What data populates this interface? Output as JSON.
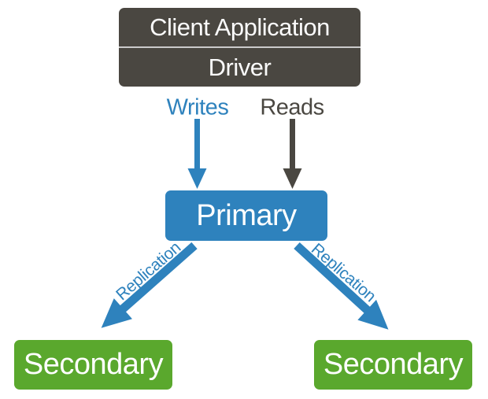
{
  "diagram": {
    "client_box": {
      "app_label": "Client Application",
      "driver_label": "Driver"
    },
    "writes_label": "Writes",
    "reads_label": "Reads",
    "primary_label": "Primary",
    "secondary_left_label": "Secondary",
    "secondary_right_label": "Secondary",
    "replication_left_label": "Replication",
    "replication_right_label": "Replication",
    "colors": {
      "box_gray": "#4a4741",
      "blue": "#2e82bd",
      "green": "#5aa82d",
      "divider_gray": "#cbcbcb",
      "node_text": "#ffffff"
    }
  }
}
